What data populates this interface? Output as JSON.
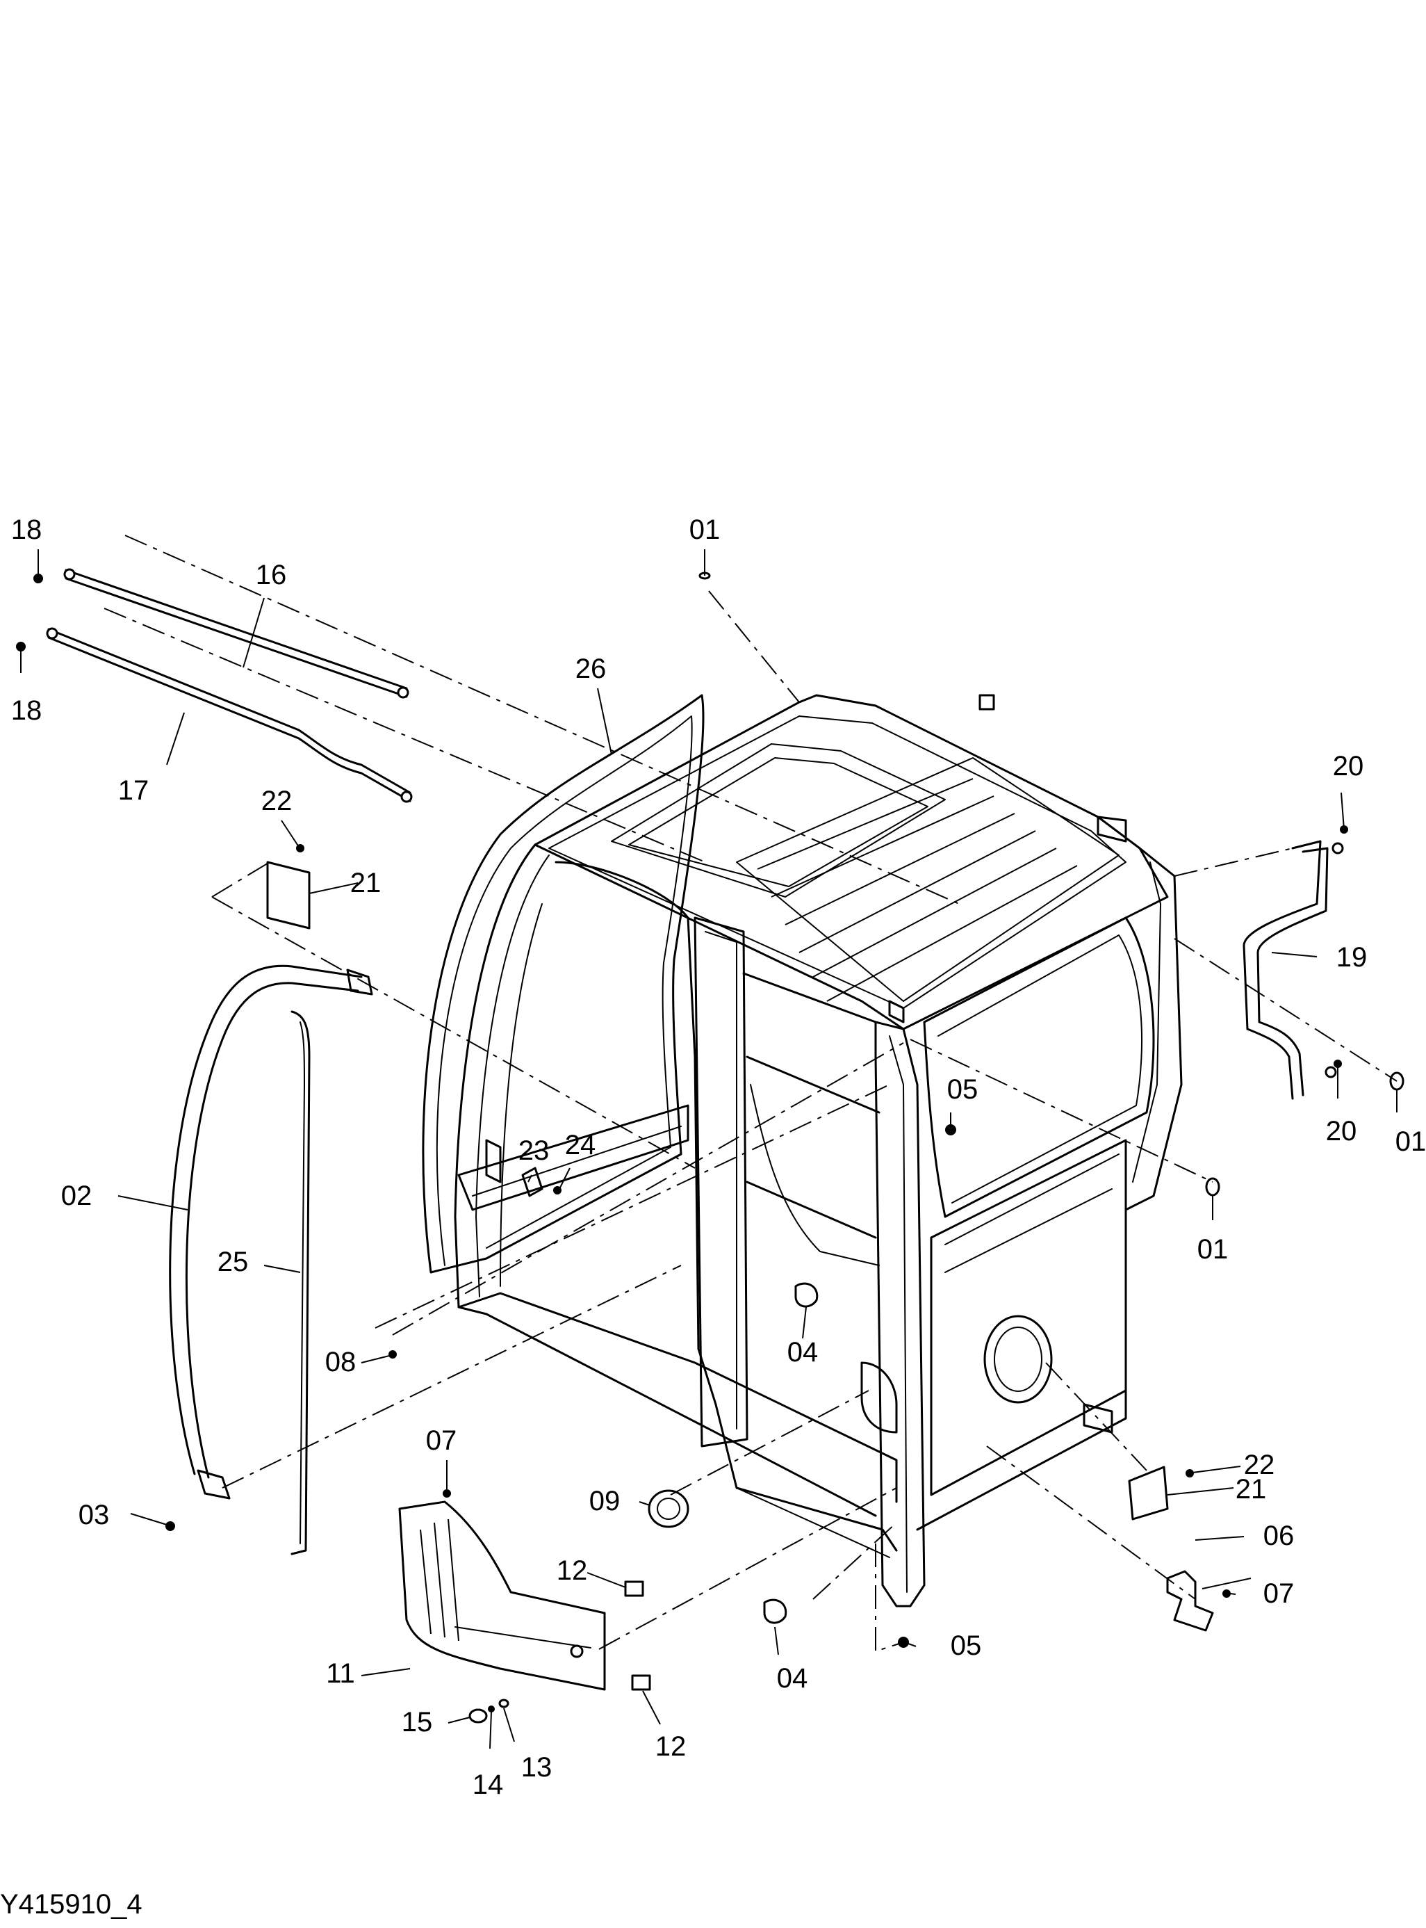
{
  "drawing_id": "Y415910_4",
  "callouts": [
    {
      "key": "c01a",
      "text": "01"
    },
    {
      "key": "c01b",
      "text": "01"
    },
    {
      "key": "c01c",
      "text": "01"
    },
    {
      "key": "c02",
      "text": "02"
    },
    {
      "key": "c03",
      "text": "03"
    },
    {
      "key": "c04a",
      "text": "04"
    },
    {
      "key": "c04b",
      "text": "04"
    },
    {
      "key": "c05a",
      "text": "05"
    },
    {
      "key": "c05b",
      "text": "05"
    },
    {
      "key": "c06",
      "text": "06"
    },
    {
      "key": "c07a",
      "text": "07"
    },
    {
      "key": "c07b",
      "text": "07"
    },
    {
      "key": "c08",
      "text": "08"
    },
    {
      "key": "c09",
      "text": "09"
    },
    {
      "key": "c11",
      "text": "11"
    },
    {
      "key": "c12a",
      "text": "12"
    },
    {
      "key": "c12b",
      "text": "12"
    },
    {
      "key": "c13",
      "text": "13"
    },
    {
      "key": "c14",
      "text": "14"
    },
    {
      "key": "c15",
      "text": "15"
    },
    {
      "key": "c16",
      "text": "16"
    },
    {
      "key": "c17",
      "text": "17"
    },
    {
      "key": "c18a",
      "text": "18"
    },
    {
      "key": "c18b",
      "text": "18"
    },
    {
      "key": "c19",
      "text": "19"
    },
    {
      "key": "c20a",
      "text": "20"
    },
    {
      "key": "c20b",
      "text": "20"
    },
    {
      "key": "c21a",
      "text": "21"
    },
    {
      "key": "c21b",
      "text": "21"
    },
    {
      "key": "c22a",
      "text": "22"
    },
    {
      "key": "c22b",
      "text": "22"
    },
    {
      "key": "c23",
      "text": "23"
    },
    {
      "key": "c24",
      "text": "24"
    },
    {
      "key": "c25",
      "text": "25"
    },
    {
      "key": "c26",
      "text": "26"
    }
  ]
}
